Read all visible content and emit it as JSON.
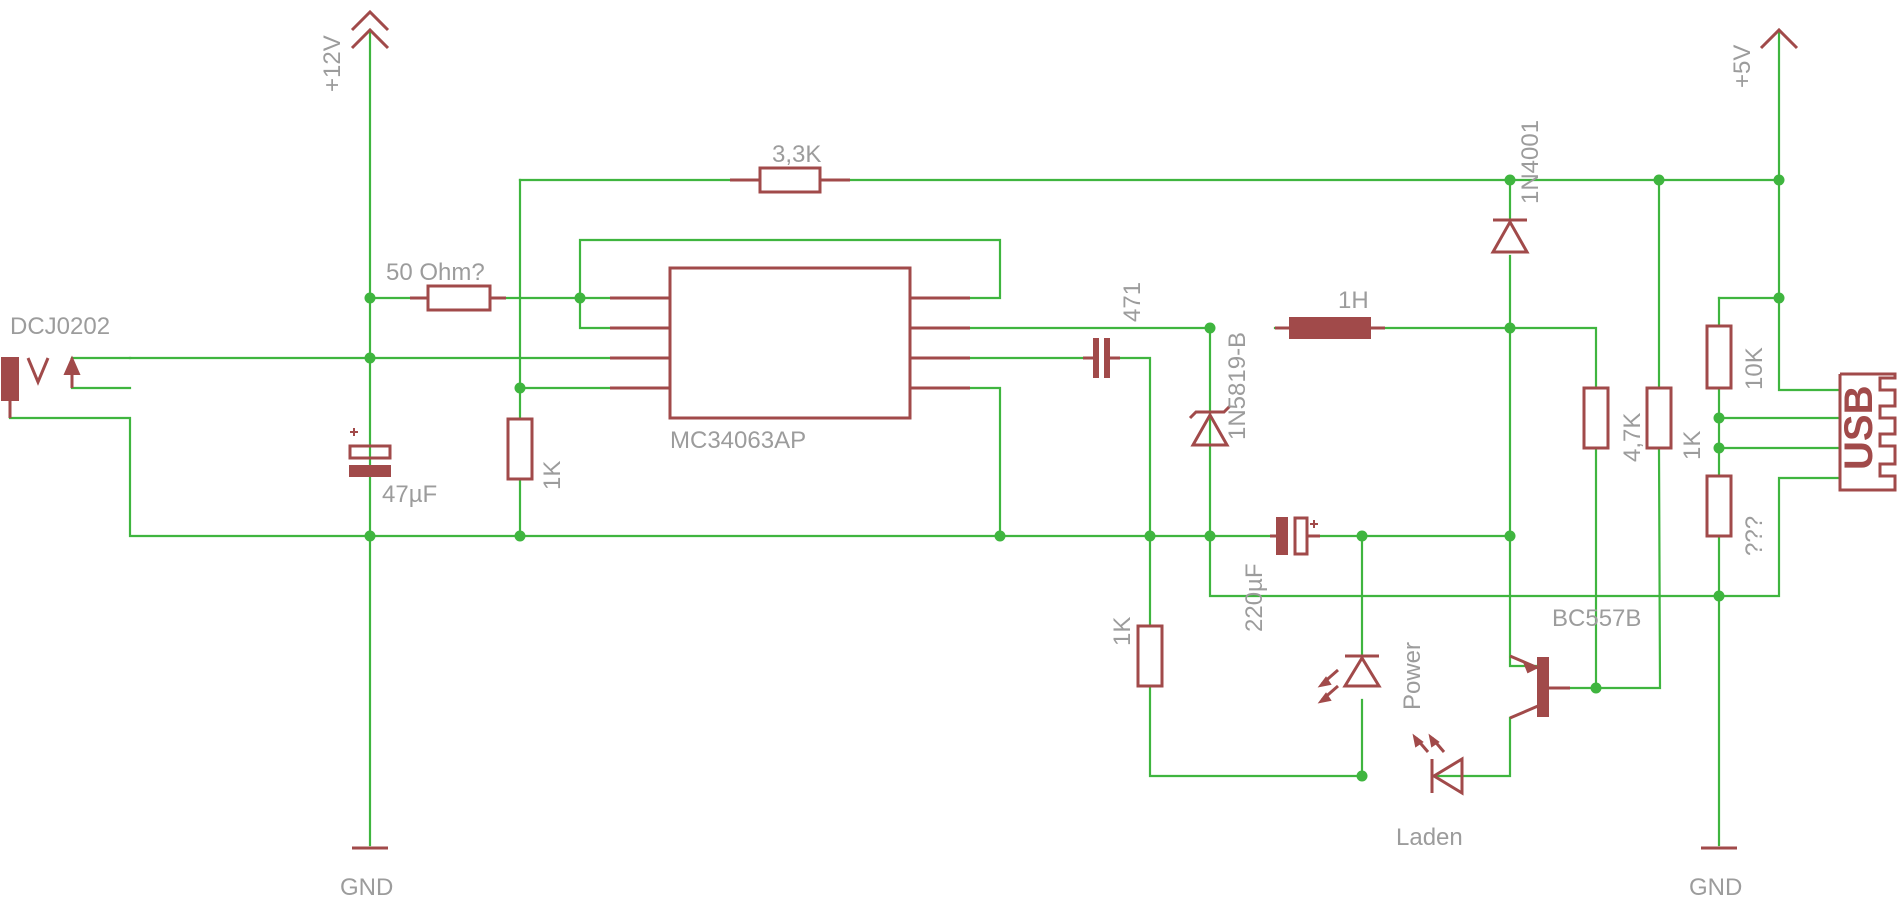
{
  "colors": {
    "wire": "#3fb53f",
    "component": "#a14a4a",
    "label": "#9c9c9c",
    "background": "#ffffff"
  },
  "supply": {
    "v12": "+12V",
    "v5": "+5V",
    "gnd_left": "GND",
    "gnd_right": "GND"
  },
  "components": {
    "jack": "DCJ0202",
    "ic": "MC34063AP",
    "r_top": "3,3K",
    "r_sense": "50 Ohm?",
    "c_in": "47µF",
    "r_left": "1K",
    "c_timing": "471",
    "inductor": "1H",
    "schottky": "1N5819-B",
    "diode": "1N4001",
    "c_out": "220µF",
    "r_led": "1K",
    "led_power": "Power",
    "led_charge": "Laden",
    "transistor": "BC557B",
    "r_base": "4,7K",
    "r_pull": "1K",
    "r_10k": "10K",
    "r_unknown": "???",
    "usb": "USB"
  }
}
